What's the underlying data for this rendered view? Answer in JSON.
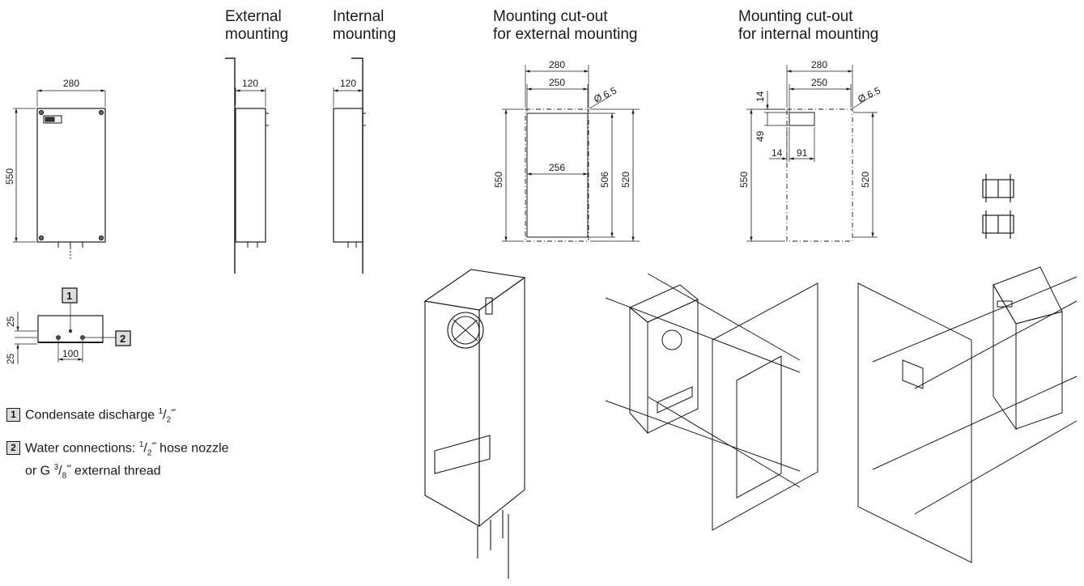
{
  "headings": {
    "external": [
      "External",
      "mounting"
    ],
    "internal": [
      "Internal",
      "mounting"
    ],
    "cutout_external": [
      "Mounting cut-out",
      "for external mounting"
    ],
    "cutout_internal": [
      "Mounting cut-out",
      "for internal mounting"
    ]
  },
  "front_view": {
    "width": "280",
    "height": "550"
  },
  "side_external": {
    "depth": "120"
  },
  "side_internal": {
    "depth": "120"
  },
  "bottom_view": {
    "offset_top": "25",
    "offset_bottom": "25",
    "spacing": "100",
    "callout_1": "1",
    "callout_2": "2"
  },
  "cutout_external": {
    "outer_width": "280",
    "hole_spacing": "250",
    "hole_dia": "Ø 6.5",
    "total_height": "550",
    "cut_width": "256",
    "cut_height": "506",
    "hole_height": "520"
  },
  "cutout_internal": {
    "outer_width": "280",
    "hole_spacing": "250",
    "hole_dia": "Ø 6.5",
    "top_offset": "14",
    "cut_height": "49",
    "left_offset": "14",
    "cut_width": "91",
    "total_height": "550",
    "hole_height": "520"
  },
  "legend": {
    "item1": {
      "badge": "1",
      "text": "Condensate discharge ",
      "sup": "1",
      "sub": "2",
      "suffix": "˝"
    },
    "item2": {
      "badge": "2",
      "text": "Water connections: ",
      "sup": "1",
      "sub": "2",
      "suffix": "˝ hose nozzle",
      "line2_prefix": "or G ",
      "line2_sup": "3",
      "line2_sub": "8",
      "line2_suffix": "˝ external thread"
    }
  }
}
